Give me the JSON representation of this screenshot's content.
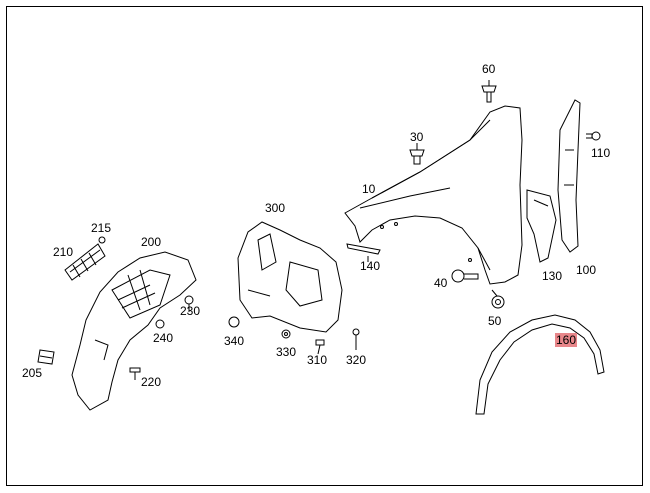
{
  "callouts": [
    {
      "id": "10",
      "label": "10"
    },
    {
      "id": "30",
      "label": "30"
    },
    {
      "id": "40",
      "label": "40"
    },
    {
      "id": "50",
      "label": "50"
    },
    {
      "id": "60",
      "label": "60"
    },
    {
      "id": "100",
      "label": "100"
    },
    {
      "id": "110",
      "label": "110"
    },
    {
      "id": "130",
      "label": "130"
    },
    {
      "id": "140",
      "label": "140"
    },
    {
      "id": "160",
      "label": "160",
      "highlighted": true
    },
    {
      "id": "200",
      "label": "200"
    },
    {
      "id": "205",
      "label": "205"
    },
    {
      "id": "210",
      "label": "210"
    },
    {
      "id": "215",
      "label": "215"
    },
    {
      "id": "220",
      "label": "220"
    },
    {
      "id": "230",
      "label": "230"
    },
    {
      "id": "240",
      "label": "240"
    },
    {
      "id": "300",
      "label": "300"
    },
    {
      "id": "310",
      "label": "310"
    },
    {
      "id": "320",
      "label": "320"
    },
    {
      "id": "330",
      "label": "330"
    },
    {
      "id": "340",
      "label": "340"
    }
  ],
  "colors": {
    "highlight": "#e8868a",
    "line": "#000000",
    "background": "#ffffff"
  }
}
